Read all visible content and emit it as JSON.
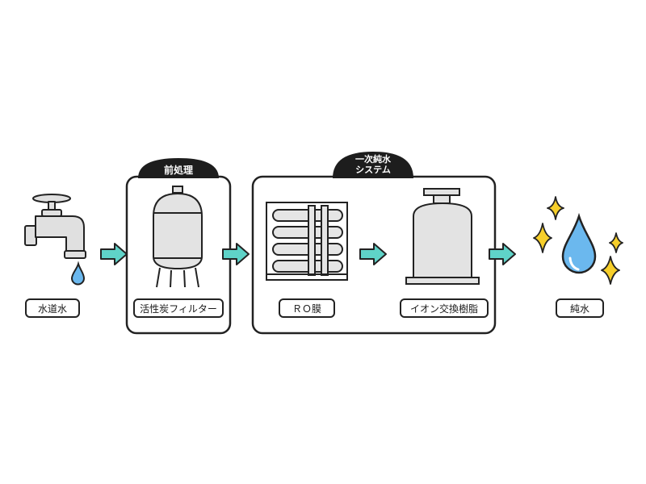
{
  "colors": {
    "outline": "#222222",
    "arrow_fill": "#5fd3c8",
    "water_drop": "#6bb8ee",
    "sparkle": "#f7cf2a",
    "vessel_fill": "#e3e3e3",
    "tab_fill": "#1d1d1d"
  },
  "groups": {
    "pretreatment": {
      "title": "前処理"
    },
    "primary": {
      "title_line1": "一次純水",
      "title_line2": "システム"
    }
  },
  "stages": [
    {
      "label": "水道水",
      "icon": "faucet-icon"
    },
    {
      "label": "活性炭フィルター",
      "icon": "carbon-filter-tank-icon"
    },
    {
      "label": "ＲＯ膜",
      "icon": "ro-membrane-icon"
    },
    {
      "label": "イオン交換樹脂",
      "icon": "ion-exchange-resin-tank-icon"
    },
    {
      "label": "純水",
      "icon": "pure-water-drop-icon"
    }
  ]
}
